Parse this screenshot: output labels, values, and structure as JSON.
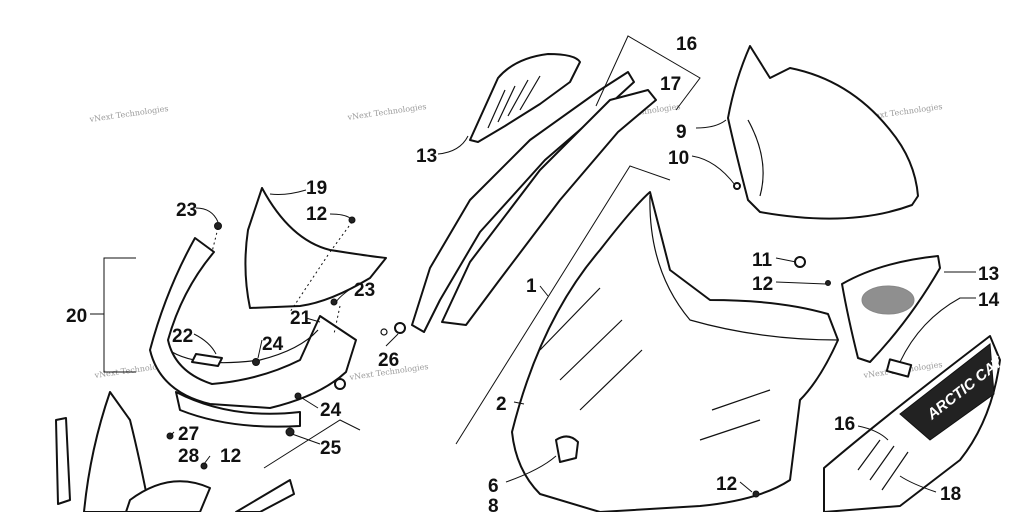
{
  "diagram": {
    "watermark": "vNext Technologies",
    "brand_text": "ARCTIC CAT",
    "callouts": [
      "16",
      "17",
      "13",
      "9",
      "10",
      "19",
      "23",
      "12",
      "11",
      "12",
      "13",
      "14",
      "20",
      "1",
      "23",
      "22",
      "21",
      "24",
      "26",
      "2",
      "24",
      "27",
      "28",
      "12",
      "25",
      "16",
      "6",
      "12",
      "8",
      "18"
    ]
  }
}
